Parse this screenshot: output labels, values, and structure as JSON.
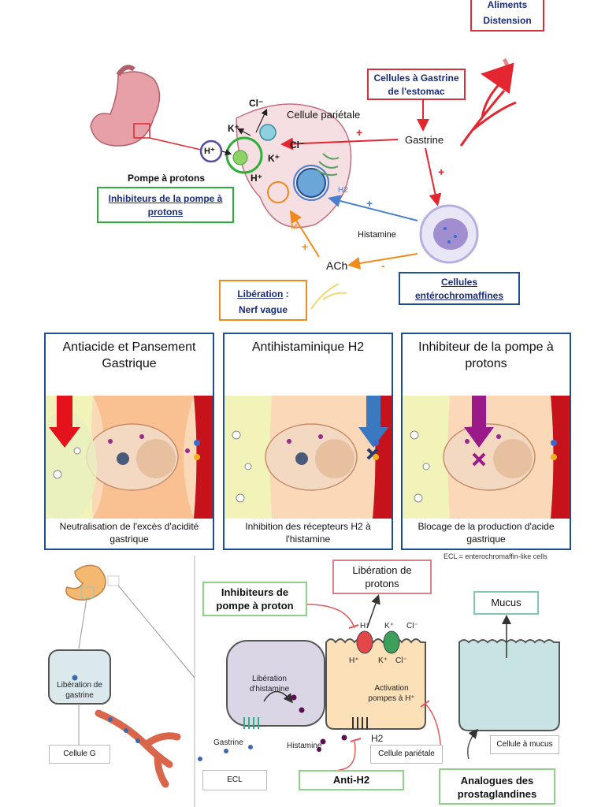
{
  "top": {
    "aliments": "Aliments",
    "distension": "Distension",
    "cellules_gastrine": "Cellules à Gastrine de l'estomac",
    "gastrine": "Gastrine",
    "cellule_parietale": "Cellule pariétale",
    "cl_top": "Cl⁻",
    "cl_mid": "Cl⁻",
    "k_top": "K⁺",
    "k_mid": "K⁺",
    "h_circle": "H⁺",
    "h_bottom": "H⁺",
    "h2": "H2",
    "m": "M",
    "pompe_protons": "Pompe à protons",
    "inhibiteurs_pompe": "Inhibiteurs de la pompe à protons",
    "histamine": "Histamine",
    "ach": "ACh",
    "liberation": "Libération",
    "liberation_suffix": " :",
    "nerf_vague": "Nerf vague",
    "cellules_entero": "Cellules entérochromaffines",
    "plus1": "+",
    "plus2": "+",
    "plus3": "+",
    "plus4": "+",
    "minus1": "-"
  },
  "panels": [
    {
      "title": "Antiacide et Pansement Gastrique",
      "caption": "Neutralisation de l'excès d'acidité gastrique"
    },
    {
      "title": "Antihistaminique H2",
      "caption": "Inhibition des récepteurs H2 à l'histamine"
    },
    {
      "title": "Inhibiteur de la pompe à protons",
      "caption": "Blocage de la production d'acide gastrique"
    }
  ],
  "ecl_note": "ECL = enterochromaffin-like cells",
  "bottom": {
    "liberation_gastrine": "Libération de gastrine",
    "cellule_g": "Cellule G",
    "inhibiteurs_pompe": "Inhibiteurs de pompe à proton",
    "liberation_protons": "Libération de protons",
    "mucus": "Mucus",
    "liberation_histamine": "Libération d'histamine",
    "activation_pompes": "Activation pompes à H⁺",
    "gastrine": "Gastrine",
    "histamine": "Histamine",
    "h2": "H2",
    "cellule_parietale": "Cellule pariétale",
    "cellule_mucus": "Cellule à mucus",
    "ecl": "ECL",
    "anti_h2": "Anti-H2",
    "analogues": "Analogues des prostaglandines",
    "h_plus_top": "H⁺",
    "k_plus_top": "K⁺",
    "cl_top": "Cl⁻",
    "h_plus_low": "H⁺",
    "k_plus_low": "K⁺",
    "cl_low": "Cl⁻"
  }
}
